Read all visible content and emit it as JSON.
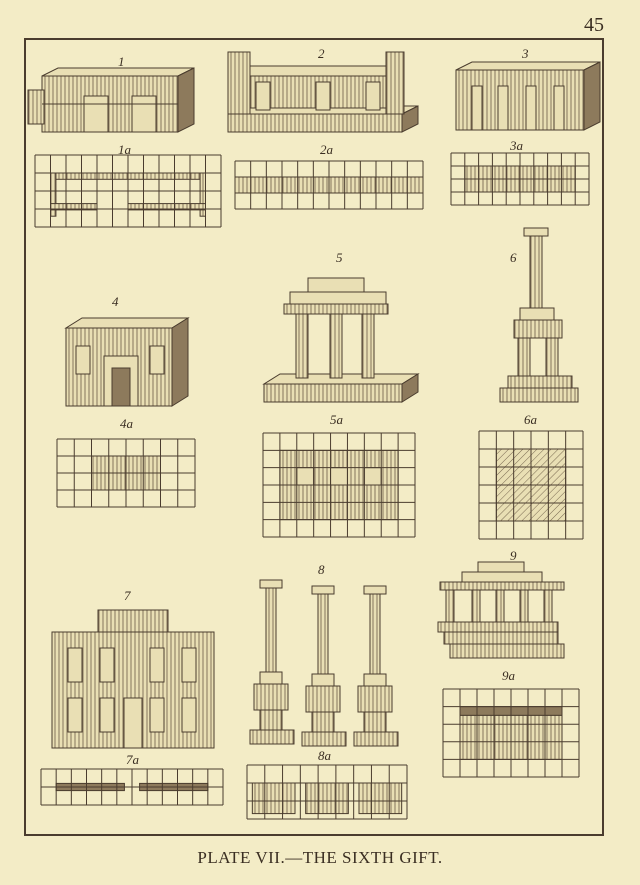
{
  "page": {
    "number": "45",
    "caption": "PLATE VII.—THE SIXTH GIFT."
  },
  "figures": [
    {
      "id": "1",
      "label": "1"
    },
    {
      "id": "2",
      "label": "2"
    },
    {
      "id": "3",
      "label": "3"
    },
    {
      "id": "1a",
      "label": "1a"
    },
    {
      "id": "2a",
      "label": "2a"
    },
    {
      "id": "3a",
      "label": "3a"
    },
    {
      "id": "4",
      "label": "4"
    },
    {
      "id": "5",
      "label": "5"
    },
    {
      "id": "6",
      "label": "6"
    },
    {
      "id": "4a",
      "label": "4a"
    },
    {
      "id": "5a",
      "label": "5a"
    },
    {
      "id": "6a",
      "label": "6a"
    },
    {
      "id": "7",
      "label": "7"
    },
    {
      "id": "8",
      "label": "8"
    },
    {
      "id": "9",
      "label": "9"
    },
    {
      "id": "7a",
      "label": "7a"
    },
    {
      "id": "8a",
      "label": "8a"
    },
    {
      "id": "9a",
      "label": "9a"
    }
  ]
}
